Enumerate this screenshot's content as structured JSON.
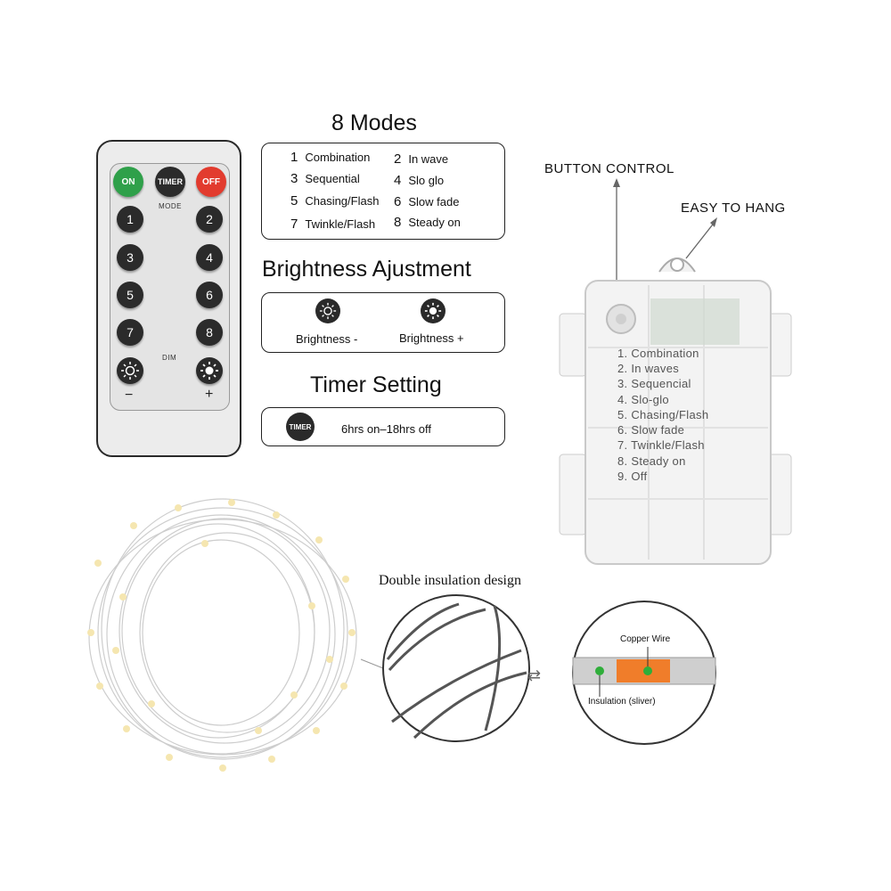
{
  "remote": {
    "on_label": "ON",
    "timer_label": "TIMER",
    "off_label": "OFF",
    "mode_label": "MODE",
    "dim_label": "DIM",
    "numbers": [
      "1",
      "2",
      "3",
      "4",
      "5",
      "6",
      "7",
      "8"
    ],
    "minus": "−",
    "plus": "+",
    "colors": {
      "on": "#2fa04a",
      "off": "#e23b2e",
      "timer": "#2b2b2b"
    }
  },
  "modes": {
    "title": "8 Modes",
    "left": [
      {
        "n": "1",
        "label": "Combination"
      },
      {
        "n": "3",
        "label": "Sequential"
      },
      {
        "n": "5",
        "label": "Chasing/Flash"
      },
      {
        "n": "7",
        "label": "Twinkle/Flash"
      }
    ],
    "right": [
      {
        "n": "2",
        "label": "In wave"
      },
      {
        "n": "4",
        "label": "Slo glo"
      },
      {
        "n": "6",
        "label": "Slow fade"
      },
      {
        "n": "8",
        "label": "Steady on"
      }
    ]
  },
  "brightness": {
    "title": "Brightness Ajustment",
    "minus_label": "Brightness -",
    "plus_label": "Brightness +"
  },
  "timer": {
    "title": "Timer Setting",
    "button_label": "TIMER",
    "text": "6hrs on–18hrs off"
  },
  "battery_box": {
    "button_control": "BUTTON CONTROL",
    "easy_to_hang": "EASY TO HANG",
    "modes": [
      "1. Combination",
      "2. In waves",
      "3. Sequencial",
      "4. Slo-glo",
      "5. Chasing/Flash",
      "6. Slow fade",
      "7. Twinkle/Flash",
      "8. Steady on",
      "9. Off"
    ]
  },
  "wire": {
    "insulation_title": "Double insulation design",
    "copper_label": "Copper Wire",
    "insulation_label": "Insulation (sliver)",
    "colors": {
      "copper": "#f07d2a",
      "dot": "#2fae3a"
    }
  }
}
